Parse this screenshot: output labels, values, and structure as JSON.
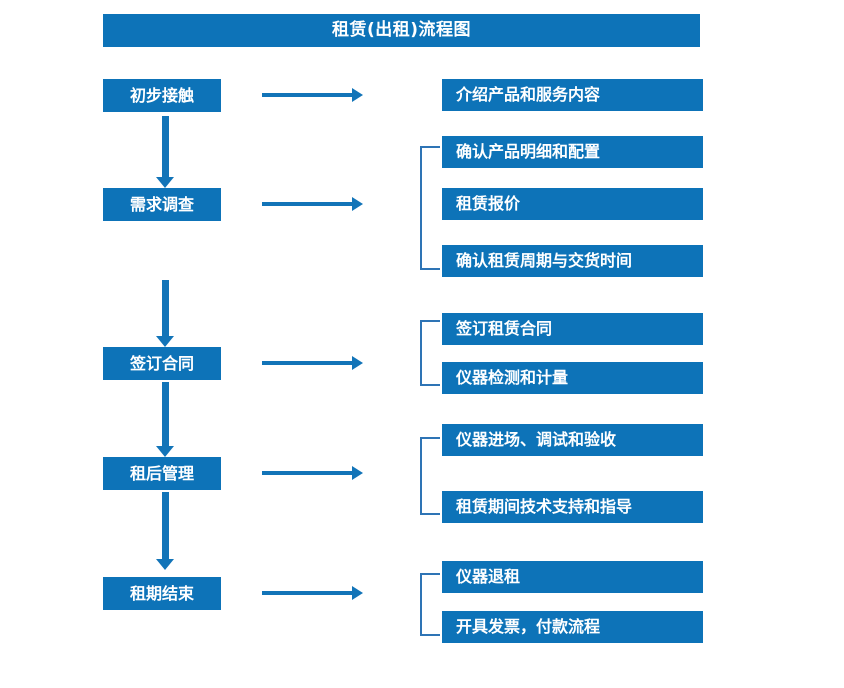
{
  "diagram": {
    "title": "租赁(出租)流程图",
    "colors": {
      "box_fill": "#0d73b8",
      "box_text": "#ffffff",
      "arrow": "#1274b8",
      "bracket": "#2e74b5",
      "background": "#ffffff"
    },
    "stages": [
      {
        "id": "stage-1",
        "label": "初步接触",
        "details": [
          "介绍产品和服务内容"
        ],
        "bracketed": false
      },
      {
        "id": "stage-2",
        "label": "需求调查",
        "details": [
          "确认产品明细和配置",
          "租赁报价",
          "确认租赁周期与交货时间"
        ],
        "bracketed": true
      },
      {
        "id": "stage-3",
        "label": "签订合同",
        "details": [
          "签订租赁合同",
          "仪器检测和计量"
        ],
        "bracketed": true
      },
      {
        "id": "stage-4",
        "label": "租后管理",
        "details": [
          "仪器进场、调试和验收",
          "租赁期间技术支持和指导"
        ],
        "bracketed": true
      },
      {
        "id": "stage-5",
        "label": "租期结束",
        "details": [
          "仪器退租",
          "开具发票，付款流程"
        ],
        "bracketed": true
      }
    ],
    "icons": {
      "flow_down": "down-arrow-icon",
      "flow_right": "right-arrow-icon",
      "group": "group-bracket-icon"
    }
  }
}
